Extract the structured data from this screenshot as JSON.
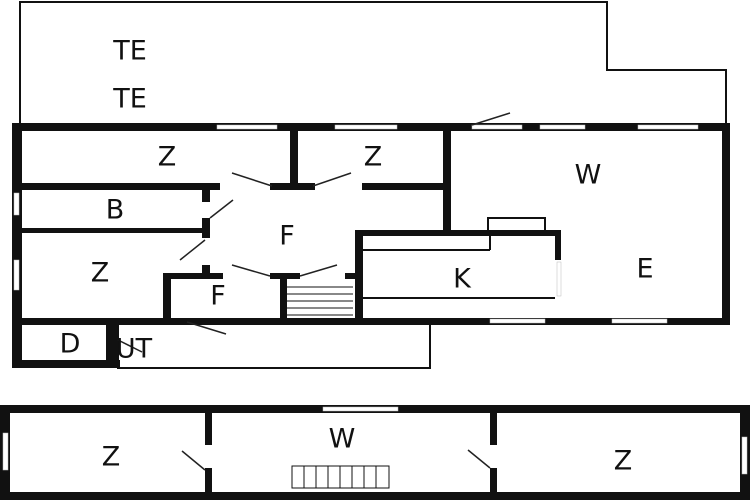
{
  "plan": {
    "upper": {
      "terrace": [
        "TE",
        "TE"
      ],
      "rooms": {
        "z_top_left": "Z",
        "z_top_mid": "Z",
        "w": "W",
        "e": "E",
        "b": "B",
        "f_hall": "F",
        "z_left": "Z",
        "f_small": "F",
        "k": "K",
        "d": "D",
        "ut": "UT"
      }
    },
    "lower": {
      "rooms": {
        "z_left": "Z",
        "w": "W",
        "z_right": "Z"
      }
    }
  }
}
